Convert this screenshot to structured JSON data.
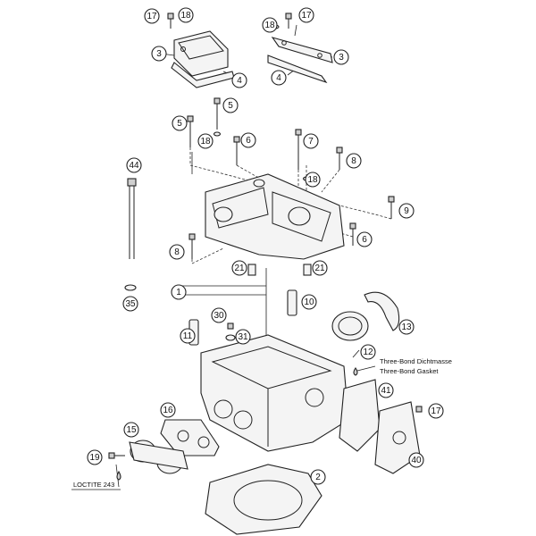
{
  "callouts": [
    "17",
    "18",
    "3",
    "4",
    "18",
    "17",
    "3",
    "4",
    "5",
    "5",
    "18",
    "6",
    "7",
    "8",
    "18",
    "9",
    "44",
    "8",
    "6",
    "21",
    "21",
    "1",
    "10",
    "35",
    "30",
    "11",
    "31",
    "13",
    "12",
    "41",
    "16",
    "15",
    "17",
    "40",
    "19",
    "2"
  ],
  "notes": {
    "sealant_line1": "Three-Bond Dichtmasse",
    "sealant_line2": "Three-Bond Gasket",
    "thread_lock": "LOCTITE 243"
  }
}
